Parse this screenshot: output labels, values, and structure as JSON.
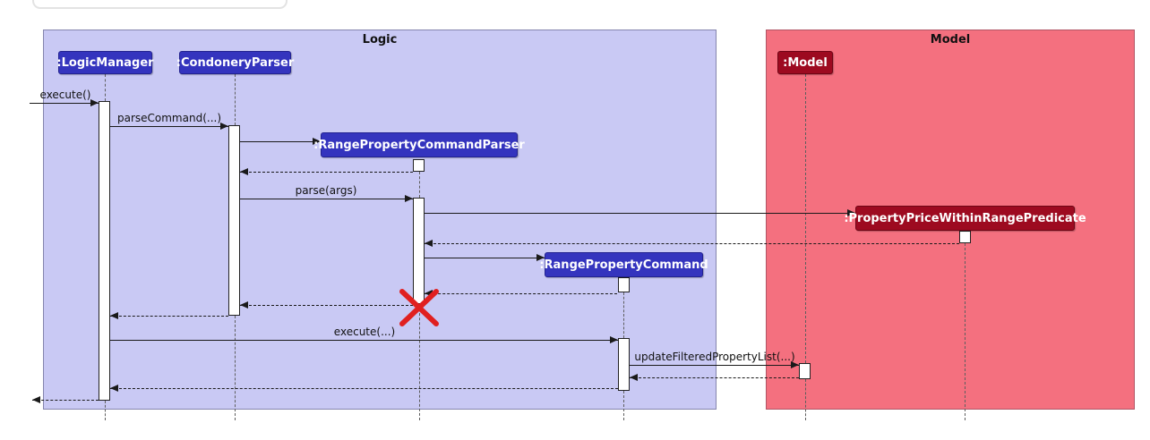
{
  "diagram_type": "uml-sequence-diagram",
  "colors": {
    "logic_frame_bg": "#c9c9f4",
    "logic_frame_border": "#8585ad",
    "model_frame_bg": "#f4707f",
    "model_frame_border": "#b05565",
    "blue_participant": "#3434be",
    "red_participant": "#9d0a20",
    "activation_fill": "#ffffff",
    "destroy_x": "#e02020"
  },
  "frames": [
    {
      "title": "Logic"
    },
    {
      "title": "Model"
    }
  ],
  "participants": [
    {
      "label": ":LogicManager",
      "frame": "Logic"
    },
    {
      "label": ":CondoneryParser",
      "frame": "Logic"
    },
    {
      "label": ":RangePropertyCommandParser",
      "frame": "Logic",
      "created_during_sequence": true
    },
    {
      "label": ":RangePropertyCommand",
      "frame": "Logic",
      "created_during_sequence": true
    },
    {
      "label": ":Model",
      "frame": "Model"
    },
    {
      "label": ":PropertyPriceWithinRangePredicate",
      "frame": "Model",
      "created_during_sequence": true
    }
  ],
  "messages": [
    {
      "label": "execute()",
      "from": "caller",
      "to": ":LogicManager",
      "type": "solid"
    },
    {
      "label": "parseCommand(...)",
      "from": ":LogicManager",
      "to": ":CondoneryParser",
      "type": "solid"
    },
    {
      "label": "",
      "from": ":CondoneryParser",
      "to": ":RangePropertyCommandParser",
      "type": "create"
    },
    {
      "label": "",
      "from": ":RangePropertyCommandParser",
      "to": ":CondoneryParser",
      "type": "return"
    },
    {
      "label": "parse(args)",
      "from": ":CondoneryParser",
      "to": ":RangePropertyCommandParser",
      "type": "solid"
    },
    {
      "label": "",
      "from": ":RangePropertyCommandParser",
      "to": ":PropertyPriceWithinRangePredicate",
      "type": "create"
    },
    {
      "label": "",
      "from": ":PropertyPriceWithinRangePredicate",
      "to": ":RangePropertyCommandParser",
      "type": "return"
    },
    {
      "label": "",
      "from": ":RangePropertyCommandParser",
      "to": ":RangePropertyCommand",
      "type": "create"
    },
    {
      "label": "",
      "from": ":RangePropertyCommand",
      "to": ":RangePropertyCommandParser",
      "type": "return"
    },
    {
      "label": "",
      "from": ":RangePropertyCommandParser",
      "to": ":CondoneryParser",
      "type": "return"
    },
    {
      "label": "",
      "from": ":CondoneryParser",
      "to": ":LogicManager",
      "type": "return"
    },
    {
      "label": "execute(...)",
      "from": ":LogicManager",
      "to": ":RangePropertyCommand",
      "type": "solid"
    },
    {
      "label": "updateFilteredPropertyList(...)",
      "from": ":RangePropertyCommand",
      "to": ":Model",
      "type": "solid"
    },
    {
      "label": "",
      "from": ":Model",
      "to": ":RangePropertyCommand",
      "type": "return"
    },
    {
      "label": "",
      "from": ":RangePropertyCommand",
      "to": ":LogicManager",
      "type": "return"
    },
    {
      "label": "",
      "from": ":LogicManager",
      "to": "caller",
      "type": "return"
    }
  ],
  "destroy_marker": {
    "target": ":RangePropertyCommandParser",
    "symbol": "red-x"
  }
}
